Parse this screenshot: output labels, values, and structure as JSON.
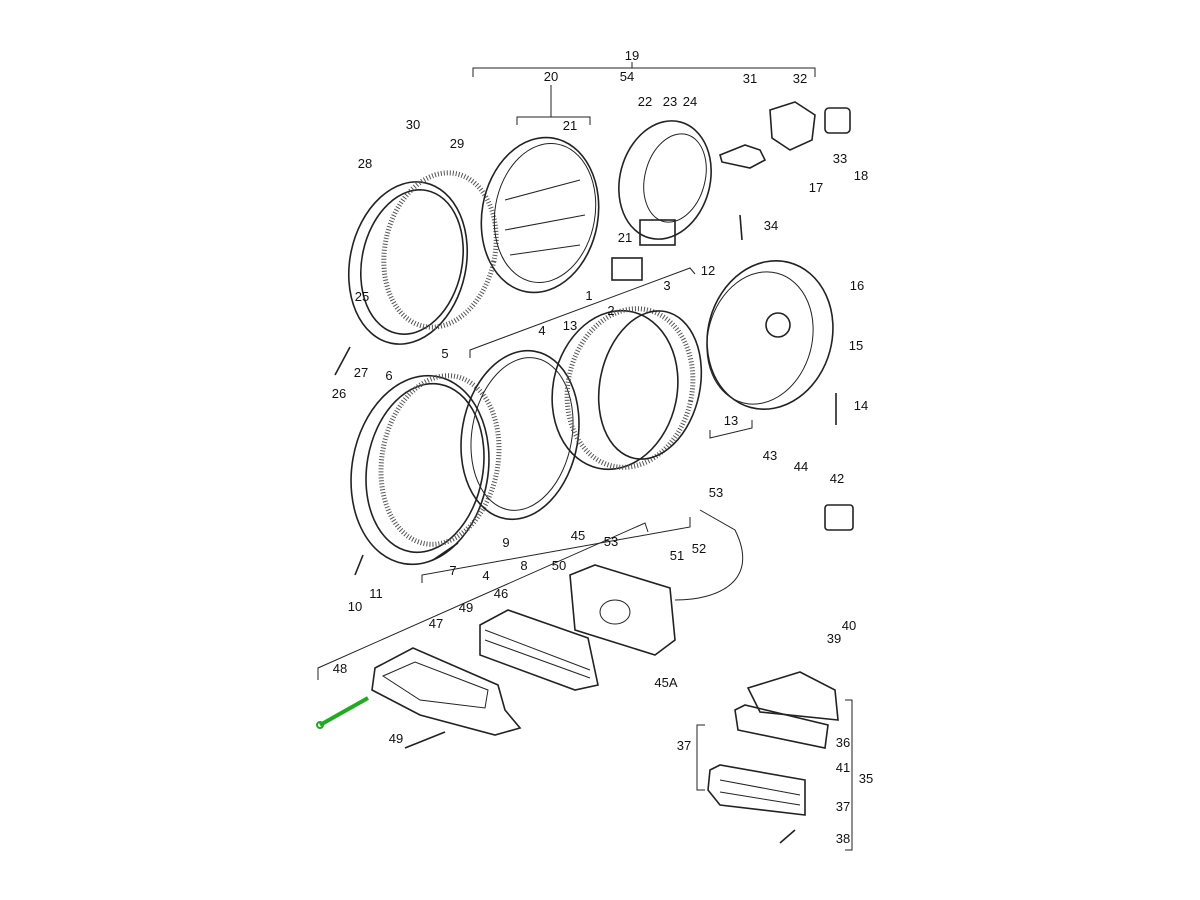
{
  "diagram": {
    "title": "Headlight and fog light assembly exploded view",
    "highlight_color": "#22aa22",
    "labels": [
      "19",
      "20",
      "54",
      "22",
      "23",
      "24",
      "31",
      "32",
      "21",
      "30",
      "29",
      "28",
      "33",
      "17",
      "18",
      "34",
      "21",
      "12",
      "3",
      "1",
      "16",
      "25",
      "2",
      "4",
      "13",
      "15",
      "5",
      "27",
      "6",
      "26",
      "14",
      "13",
      "43",
      "44",
      "42",
      "53",
      "45",
      "53",
      "9",
      "51",
      "52",
      "8",
      "50",
      "7",
      "11",
      "10",
      "4",
      "49",
      "46",
      "47",
      "40",
      "39",
      "48",
      "45A",
      "37",
      "36",
      "49",
      "41",
      "35",
      "37",
      "38"
    ]
  }
}
